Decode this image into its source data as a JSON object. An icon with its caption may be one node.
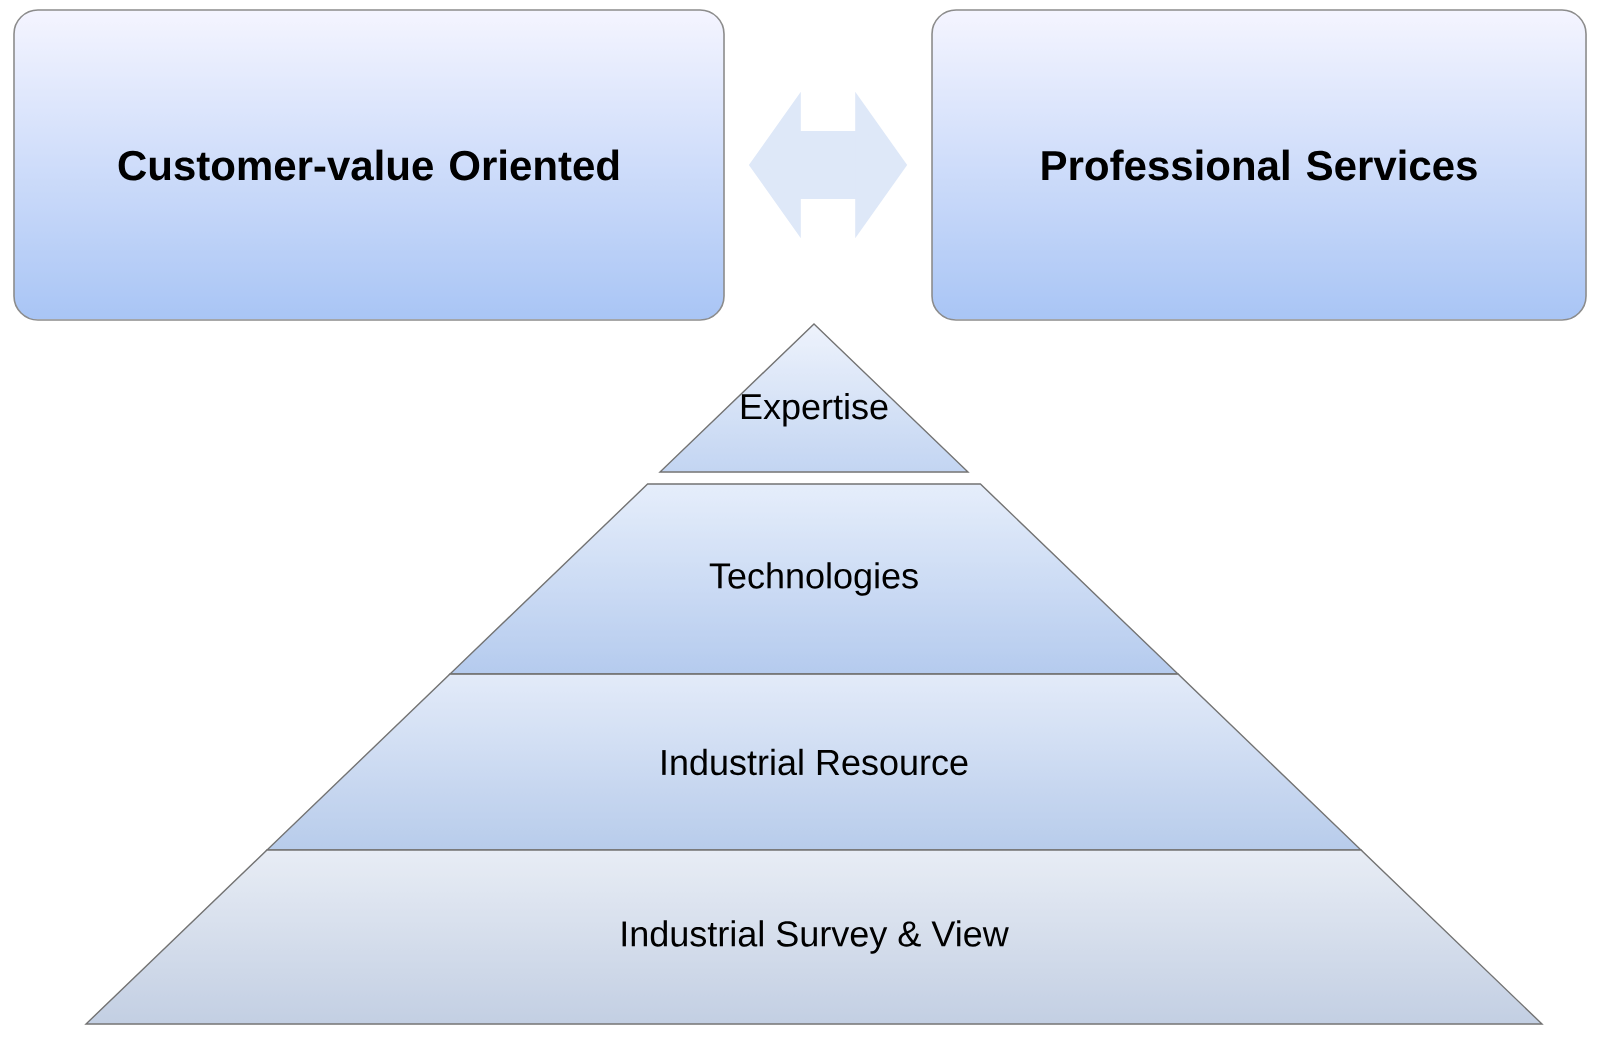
{
  "diagram": {
    "nodes": [
      {
        "text": [
          "Customer-value Oriented"
        ]
      },
      {
        "text": [
          "Professional Services"
        ]
      },
      {
        "text": [
          "Expertise"
        ]
      },
      {
        "text": [
          "Technologies"
        ]
      },
      {
        "text": [
          "Industrial Resource"
        ]
      },
      {
        "text": [
          "Industrial Survey & View"
        ]
      }
    ],
    "edges": [
      {
        "from": 0,
        "to": 1,
        "arrow": "both"
      }
    ]
  }
}
